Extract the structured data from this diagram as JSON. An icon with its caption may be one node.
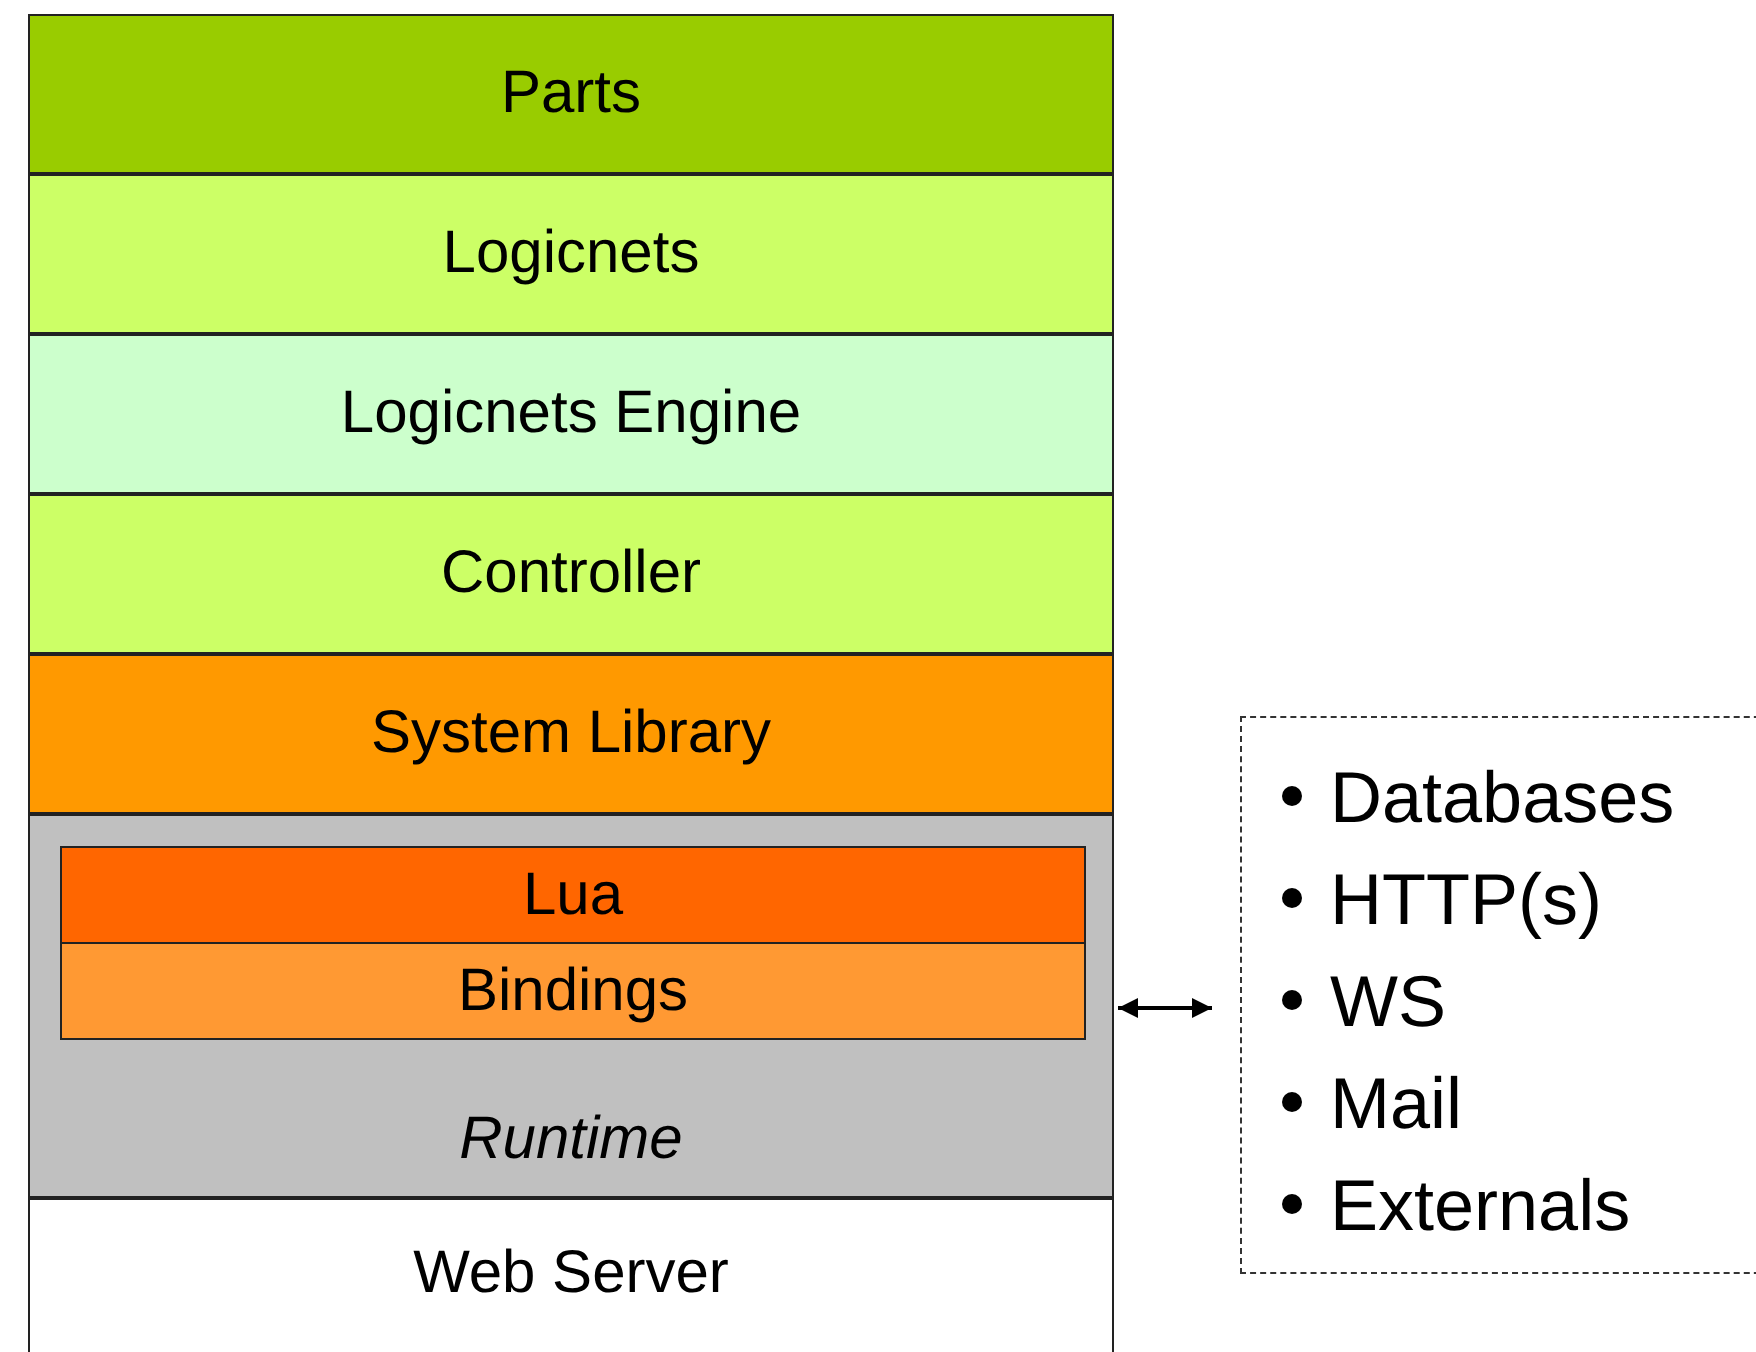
{
  "diagram": {
    "nodes": [
      {
        "text": [
          "Parts"
        ]
      },
      {
        "text": [
          "Logicnets"
        ]
      },
      {
        "text": [
          "Logicnets Engine"
        ]
      },
      {
        "text": [
          "Controller"
        ]
      },
      {
        "text": [
          "System Library"
        ]
      },
      {
        "text": [
          "Runtime"
        ]
      },
      {
        "text": [
          "Lua"
        ],
        "in": 5
      },
      {
        "text": [
          "Bindings"
        ],
        "in": 5
      },
      {
        "text": [
          "Web Server"
        ]
      },
      {
        "text": [
          "Databases",
          "HTTP(s)",
          "WS",
          "Mail",
          "Externals"
        ]
      }
    ],
    "edges": [
      {
        "from": 5,
        "to": 9,
        "arrow": "both"
      }
    ]
  }
}
